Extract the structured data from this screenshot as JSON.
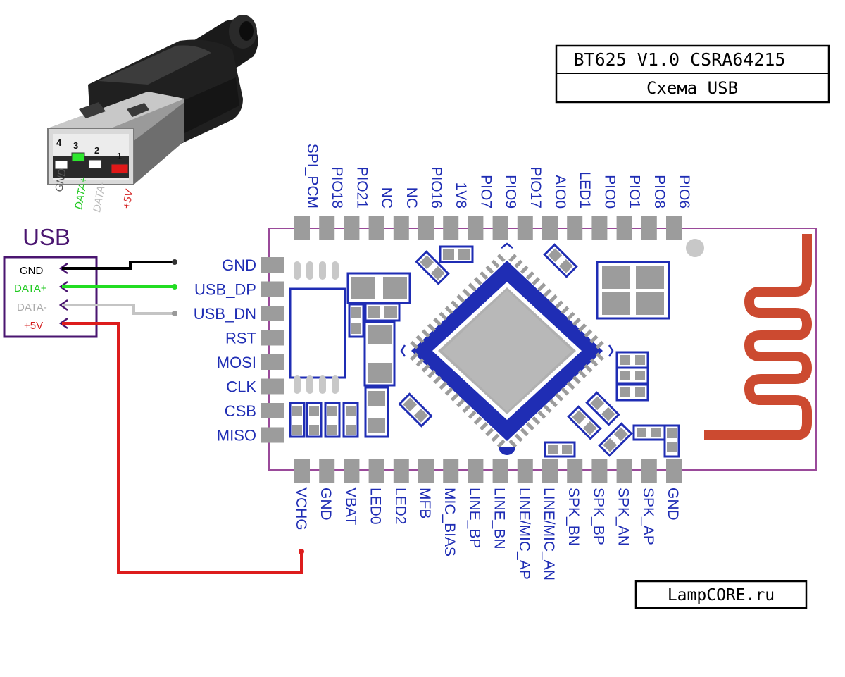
{
  "title_block": {
    "title": "BT625  V1.0  CSRA64215",
    "subtitle": "Схема USB"
  },
  "credit": "LampCORE.ru",
  "usb_connector": {
    "label": "USB",
    "pins": [
      {
        "text": "GND",
        "color": "#000000"
      },
      {
        "text": "DATA+",
        "color": "#22c922"
      },
      {
        "text": "DATA-",
        "color": "#b0b0b0"
      },
      {
        "text": "+5V",
        "color": "#d42020"
      }
    ]
  },
  "usb_plug": {
    "pin_numbers": [
      "4",
      "3",
      "2",
      "1"
    ],
    "pin_labels": [
      "GND",
      "DATA+",
      "DATA-",
      "+5V"
    ]
  },
  "module": {
    "top_pins": [
      "SPI_PCM",
      "PIO18",
      "PIO21",
      "NC",
      "NC",
      "PIO16",
      "1V8",
      "PIO7",
      "PIO9",
      "PIO17",
      "AIO0",
      "LED1",
      "PIO0",
      "PIO1",
      "PIO8",
      "PIO6"
    ],
    "left_pins": [
      "GND",
      "USB_DP",
      "USB_DN",
      "RST",
      "MOSI",
      "CLK",
      "CSB",
      "MISO"
    ],
    "bottom_pins": [
      "VCHG",
      "GND",
      "VBAT",
      "LED0",
      "LED2",
      "MFB",
      "MIC_BIAS",
      "LINE_BP",
      "LINE_BN",
      "LINE/MIC_AP",
      "LINE/MIC_AN",
      "SPK_BN",
      "SPK_BP",
      "SPK_AN",
      "SPK_AP",
      "GND"
    ]
  },
  "colors": {
    "wire_gnd": "#000000",
    "wire_data_plus": "#22dd22",
    "wire_data_minus": "#c4c4c4",
    "wire_5v": "#dd1c1c",
    "connector_outline": "#4a1570",
    "pcb_outline": "#9a4a9a",
    "component_blue": "#1f2db4",
    "pad_grey": "#9c9c9c",
    "antenna": "#cc4a30"
  }
}
